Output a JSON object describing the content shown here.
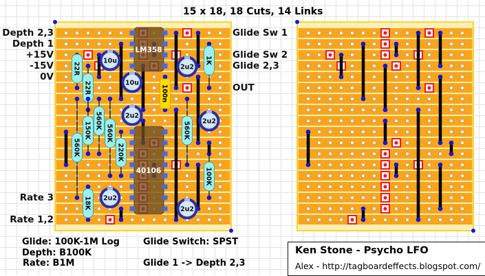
{
  "title": "15 x 18, 18 Cuts, 14 Links",
  "left_labels": [
    "Depth 2,3",
    "Depth 1",
    "+15V",
    "-15V",
    "0V",
    "Rate 3",
    "Rate 1,2"
  ],
  "right_labels": [
    "Glide Sw 1",
    "Glide Sw 2",
    "Glide 2,3",
    "OUT"
  ],
  "notes": {
    "glide": "Glide: 100K-1M Log",
    "depth": "Depth: B100K",
    "rate": "Rate: B1M",
    "glide_switch": "Glide Switch: SPST",
    "glide_wiring": "Glide 1 -> Depth 2,3"
  },
  "credit": {
    "title": "Ken Stone - Psycho LFO",
    "subtitle": "Alex - http://tagboardeffects.blogspot.com/"
  },
  "components": {
    "resistors": [
      "22R",
      "22R",
      "1K",
      "560K",
      "150K",
      "560K",
      "560K",
      "220K",
      "560K",
      "100K",
      "18K"
    ],
    "capacitors": [
      "10u",
      "10u",
      "2u2",
      "2u2",
      "2u2",
      "2u2",
      "2u2"
    ],
    "ceramic": [
      "100n"
    ],
    "ics": [
      "LM358",
      "40106"
    ]
  },
  "colors": {
    "strip": "#f9a51c",
    "board": "#fdf0b4",
    "board_border": "#f5c800",
    "cut": "#ee1c1c",
    "link": "#000000",
    "pad": "#0a18e6",
    "resistor": "#9ef0f0",
    "cap_ring": "#2b2fa8",
    "cap_fill": "#d4e8f8",
    "ceramic": "#ffdc00"
  }
}
